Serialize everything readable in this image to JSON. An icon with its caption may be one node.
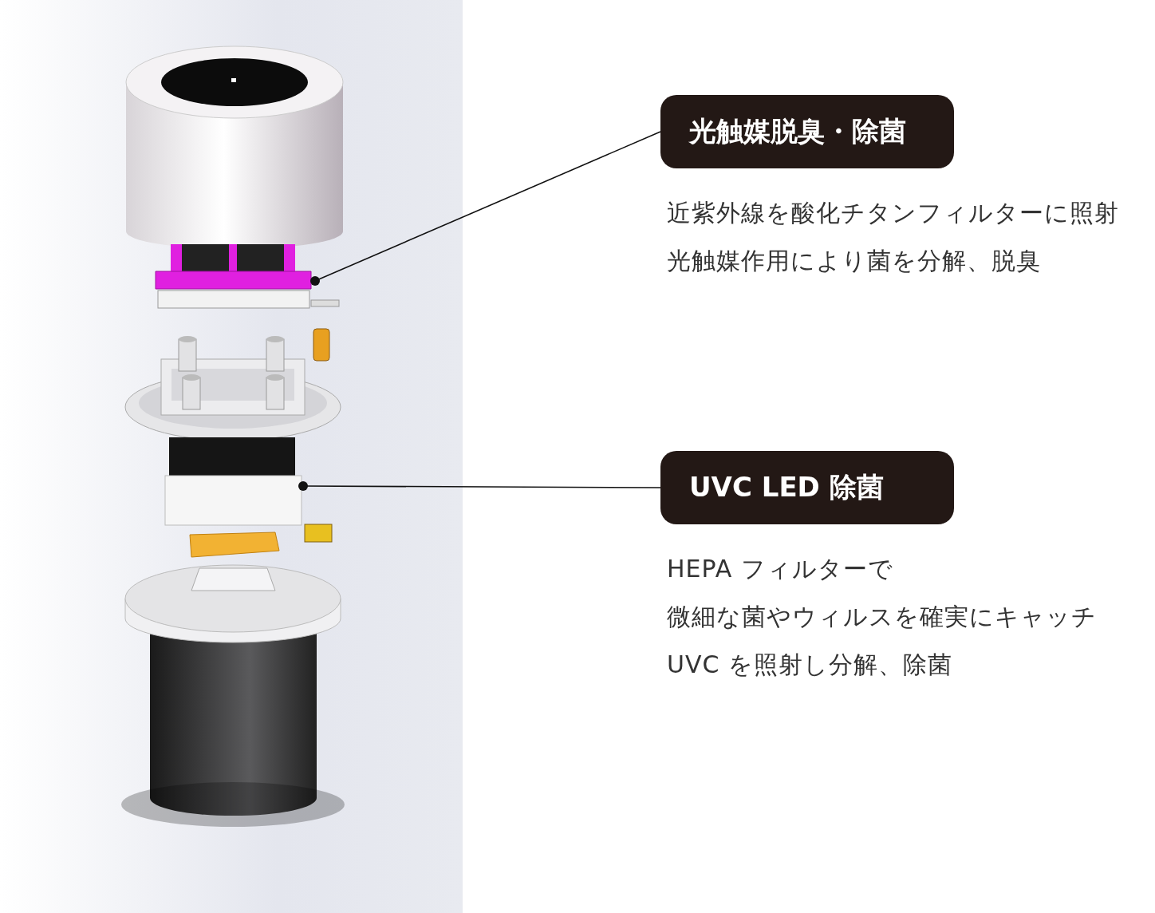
{
  "diagram": {
    "nodes": [
      {
        "text": [
          "光触媒脱臭・除菌"
        ],
        "beside": [
          "近紫外線を酸化チタンフィルターに照射",
          "光触媒作用により菌を分解、脱臭"
        ]
      },
      {
        "text": [
          "UVC LED 除菌"
        ],
        "beside": [
          "HEPA フィルターで",
          "微細な菌やウィルスを確実にキャッチ",
          "UVC を照射し分解、除菌"
        ]
      },
      {
        "text": [],
        "shape": "picture"
      },
      {
        "text": [],
        "shape": "box"
      }
    ],
    "edges": [
      {
        "from": 0,
        "to": 2,
        "arrow": "other"
      },
      {
        "from": 1,
        "to": 3,
        "arrow": "other"
      }
    ]
  }
}
